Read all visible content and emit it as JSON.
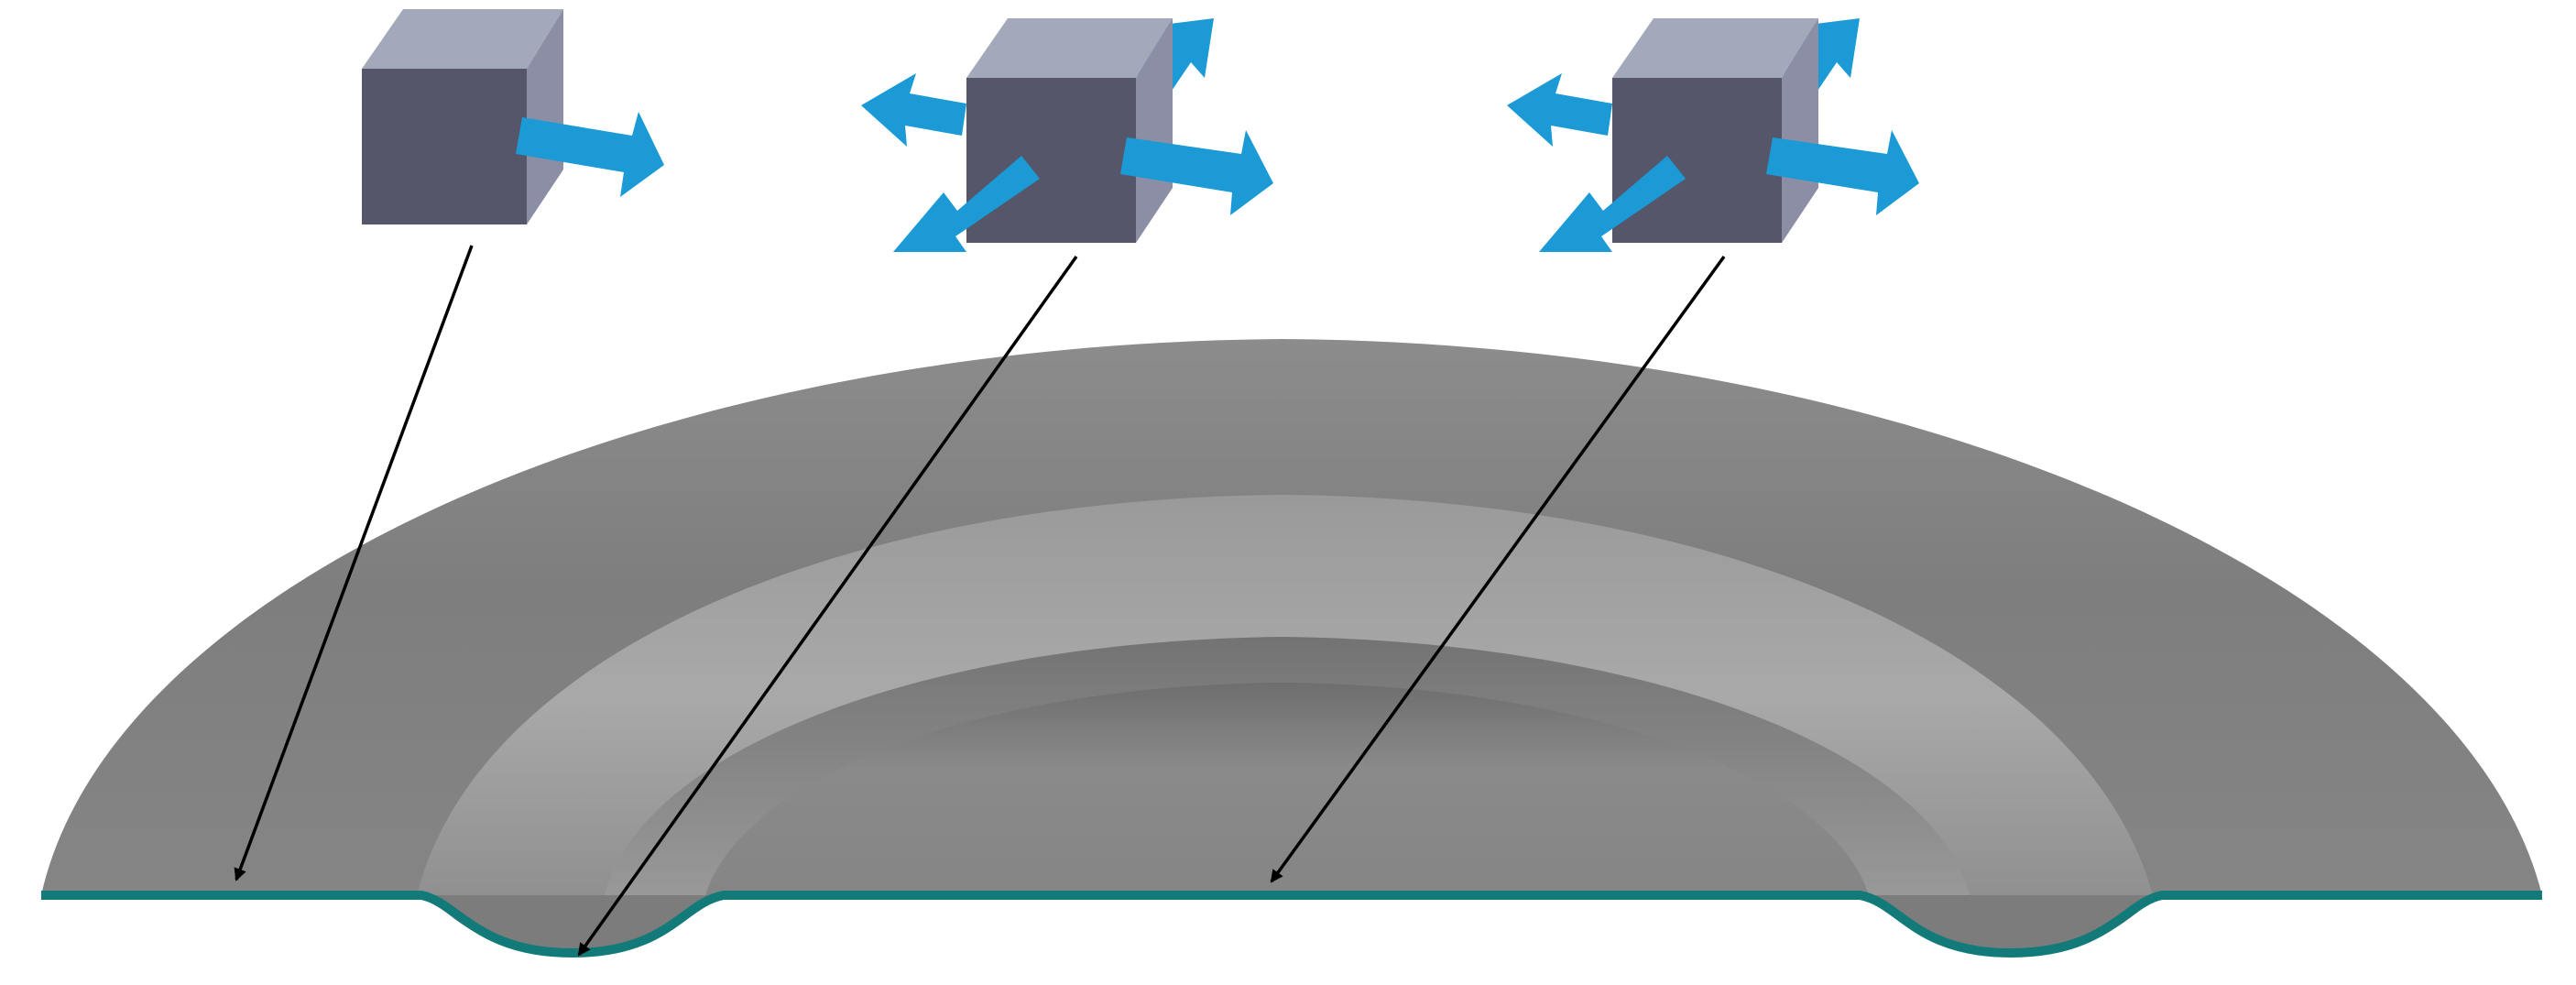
{
  "figure": {
    "panels": [
      {
        "id": "left",
        "stress_state": "uniaxial",
        "arrow_directions": [
          "x"
        ]
      },
      {
        "id": "middle",
        "stress_state": "triaxial",
        "arrow_directions": [
          "x",
          "y",
          "z"
        ]
      },
      {
        "id": "right",
        "stress_state": "triaxial",
        "arrow_directions": [
          "x",
          "y",
          "z"
        ]
      }
    ],
    "colors": {
      "arrow_fill": "#1b9ad6",
      "cube_front": "#55566a",
      "cube_top": "#a4a8bb",
      "cube_side": "#8b8ea4",
      "part_surface": "#8a8a8a",
      "part_edge": "#137a7a",
      "leader_line": "#000000"
    }
  }
}
